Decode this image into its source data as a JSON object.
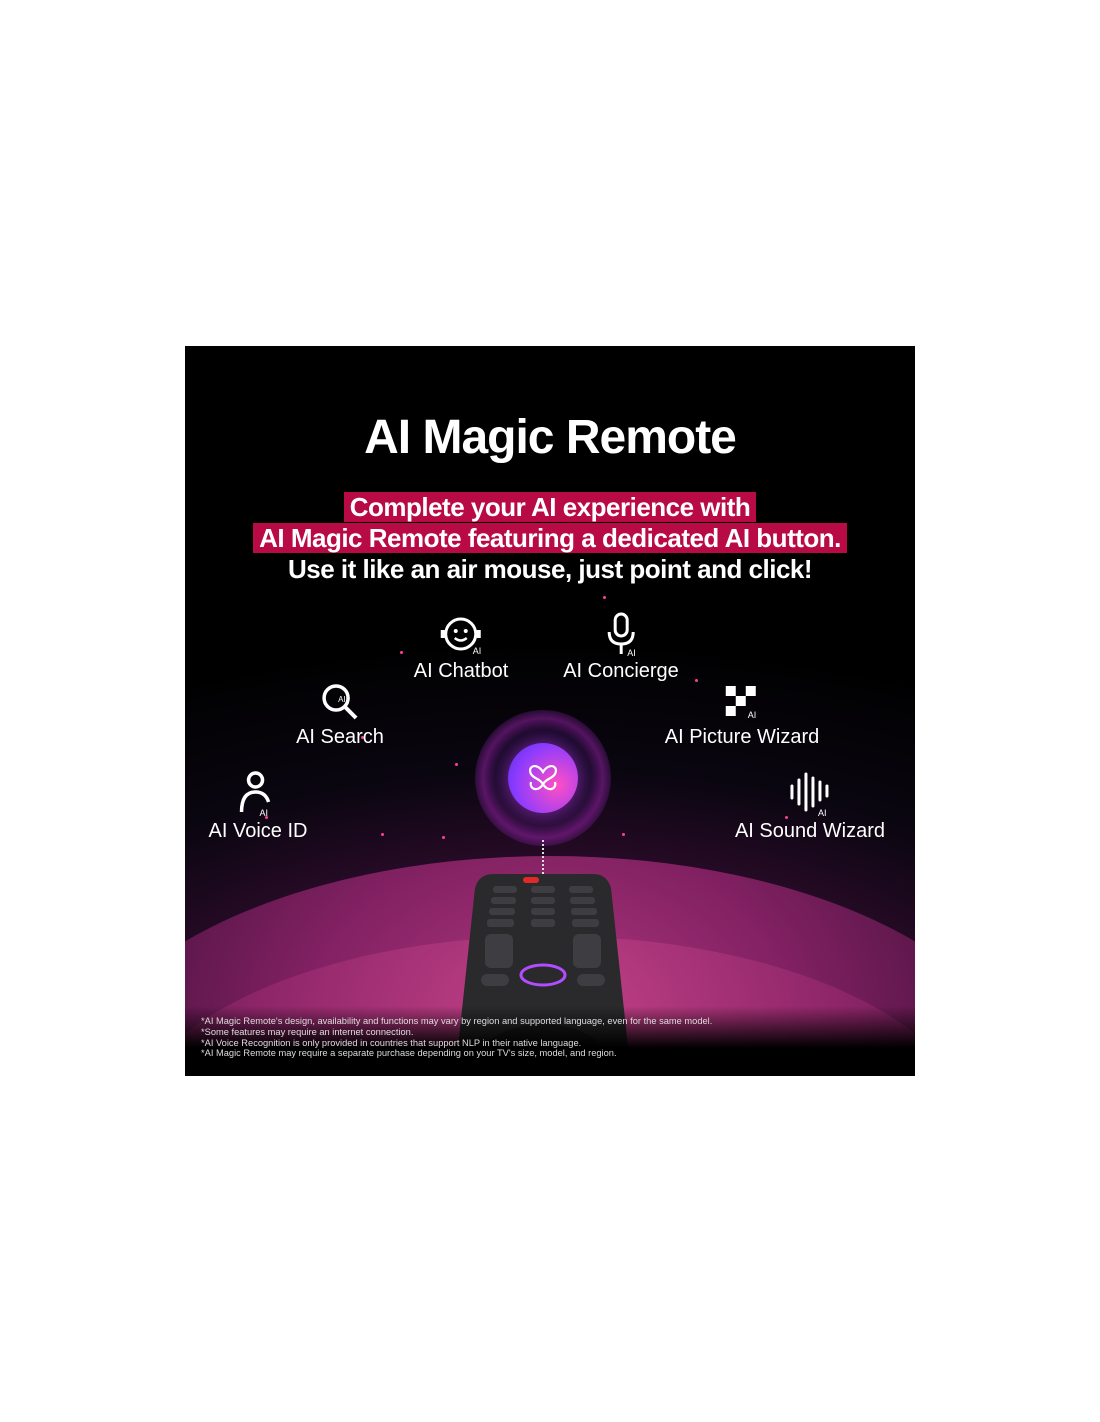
{
  "title": "AI Magic Remote",
  "subtitle": {
    "line1": "Complete your AI experience with",
    "line2": "AI Magic Remote featuring a dedicated AI button.",
    "line3": "Use it like an air mouse, just point and click!"
  },
  "features": {
    "chatbot": "AI Chatbot",
    "concierge": "AI Concierge",
    "search": "AI Search",
    "picture_wizard": "AI Picture Wizard",
    "voice_id": "AI Voice ID",
    "sound_wizard": "AI Sound Wizard",
    "badge": "AI"
  },
  "disclaimers": [
    "*AI Magic Remote's design, availability and functions may vary by region and supported language, even for the same model.",
    "*Some features may require an internet connection.",
    "*AI Voice Recognition is only provided in countries that support NLP in their native language.",
    "*AI Magic Remote may require a separate purchase depending on your TV's size, model, and region."
  ],
  "colors": {
    "highlight": "#b80a45",
    "background": "#000000",
    "accent": "#c23ad8"
  }
}
